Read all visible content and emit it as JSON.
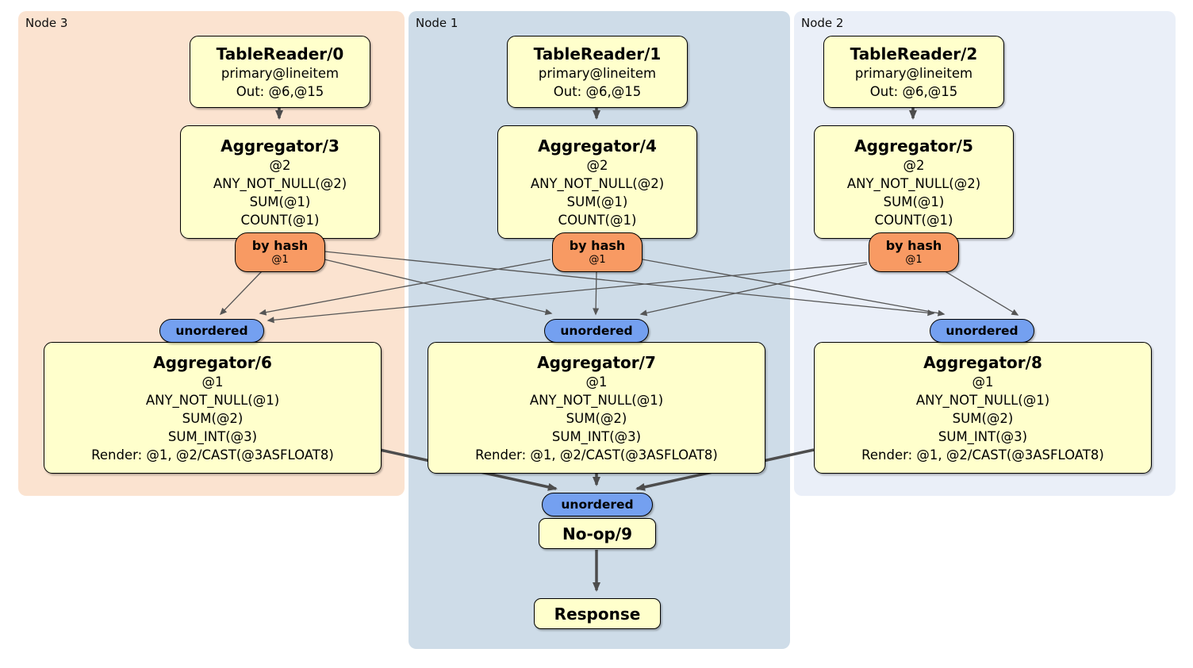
{
  "diagram": {
    "panels": [
      {
        "label": "Node 3"
      },
      {
        "label": "Node 1"
      },
      {
        "label": "Node 2"
      }
    ],
    "columns": [
      {
        "table_reader": {
          "title": "TableReader/0",
          "rows": [
            "primary@lineitem",
            "Out: @6,@15"
          ]
        },
        "hash_aggregator": {
          "title": "Aggregator/3",
          "rows": [
            "@2",
            "ANY_NOT_NULL(@2)",
            "SUM(@1)",
            "COUNT(@1)"
          ]
        },
        "router": {
          "label": "by hash",
          "detail": "@1"
        },
        "stream": {
          "label": "unordered"
        },
        "final_aggregator": {
          "title": "Aggregator/6",
          "rows": [
            "@1",
            "ANY_NOT_NULL(@1)",
            "SUM(@2)",
            "SUM_INT(@3)",
            "Render: @1, @2/CAST(@3ASFLOAT8)"
          ]
        }
      },
      {
        "table_reader": {
          "title": "TableReader/1",
          "rows": [
            "primary@lineitem",
            "Out: @6,@15"
          ]
        },
        "hash_aggregator": {
          "title": "Aggregator/4",
          "rows": [
            "@2",
            "ANY_NOT_NULL(@2)",
            "SUM(@1)",
            "COUNT(@1)"
          ]
        },
        "router": {
          "label": "by hash",
          "detail": "@1"
        },
        "stream": {
          "label": "unordered"
        },
        "final_aggregator": {
          "title": "Aggregator/7",
          "rows": [
            "@1",
            "ANY_NOT_NULL(@1)",
            "SUM(@2)",
            "SUM_INT(@3)",
            "Render: @1, @2/CAST(@3ASFLOAT8)"
          ]
        }
      },
      {
        "table_reader": {
          "title": "TableReader/2",
          "rows": [
            "primary@lineitem",
            "Out: @6,@15"
          ]
        },
        "hash_aggregator": {
          "title": "Aggregator/5",
          "rows": [
            "@2",
            "ANY_NOT_NULL(@2)",
            "SUM(@1)",
            "COUNT(@1)"
          ]
        },
        "router": {
          "label": "by hash",
          "detail": "@1"
        },
        "stream": {
          "label": "unordered"
        },
        "final_aggregator": {
          "title": "Aggregator/8",
          "rows": [
            "@1",
            "ANY_NOT_NULL(@1)",
            "SUM(@2)",
            "SUM_INT(@3)",
            "Render: @1, @2/CAST(@3ASFLOAT8)"
          ]
        }
      }
    ],
    "sink": {
      "stream": {
        "label": "unordered"
      },
      "noop": {
        "title": "No-op/9"
      },
      "response": {
        "title": "Response"
      }
    },
    "colors": {
      "panel_node3": "#fbe3d0",
      "panel_node1": "#cedce8",
      "panel_node2": "#eaeff8",
      "processor_fill": "#ffffcc",
      "router_fill": "#f89a63",
      "stream_fill": "#74a0f0",
      "edge": "#4d4d4d"
    }
  }
}
